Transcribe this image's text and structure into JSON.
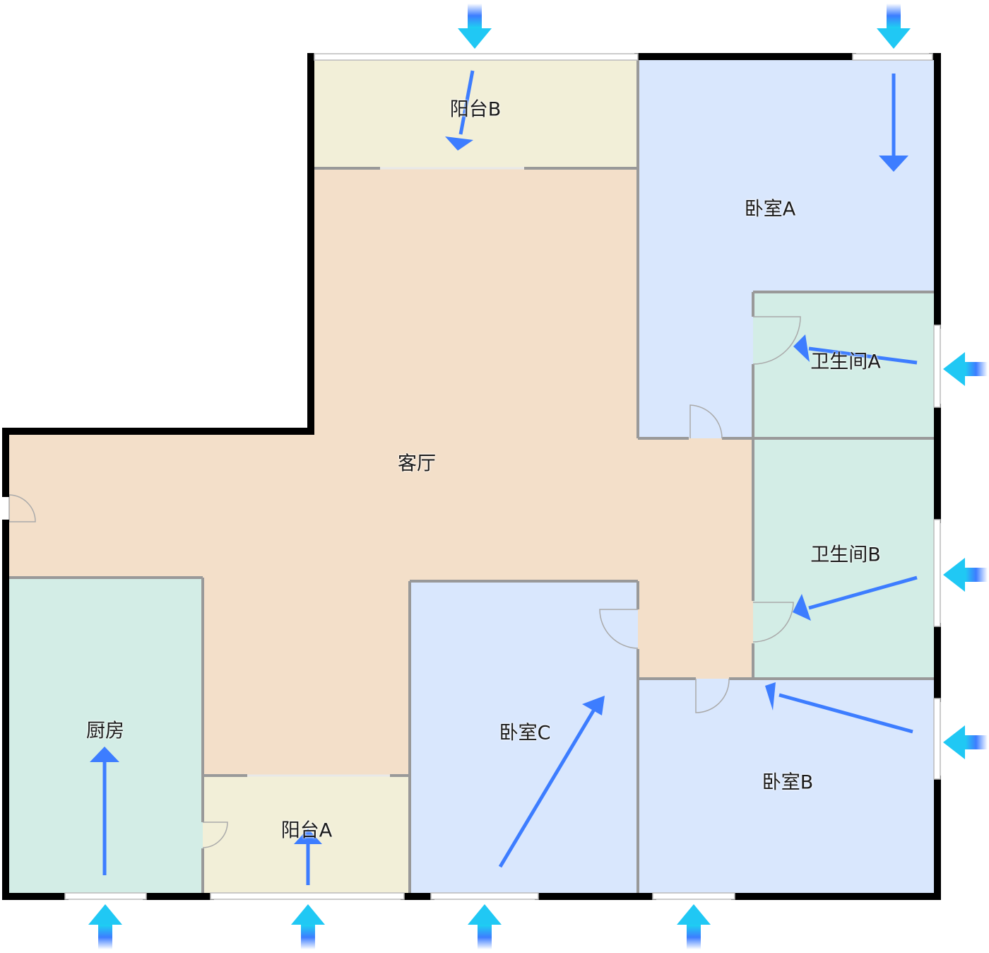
{
  "rooms": {
    "balcony_b": {
      "label": "阳台B",
      "color": "#f2efd8"
    },
    "bedroom_a": {
      "label": "卧室A",
      "color": "#d9e7fd"
    },
    "bathroom_a": {
      "label": "卫生间A",
      "color": "#d3ede6"
    },
    "living_room": {
      "label": "客厅",
      "color": "#f3dfc9"
    },
    "bathroom_b": {
      "label": "卫生间B",
      "color": "#d3ede6"
    },
    "kitchen": {
      "label": "厨房",
      "color": "#d3ede6"
    },
    "balcony_a": {
      "label": "阳台A",
      "color": "#f2efd8"
    },
    "bedroom_c": {
      "label": "卧室C",
      "color": "#d9e7fd"
    },
    "bedroom_b": {
      "label": "卧室B",
      "color": "#d9e7fd"
    }
  },
  "colors": {
    "wall": "#000000",
    "inner_wall": "#999999",
    "airflow": "#3d7dff",
    "inlet_top": "#1ad6f0"
  }
}
